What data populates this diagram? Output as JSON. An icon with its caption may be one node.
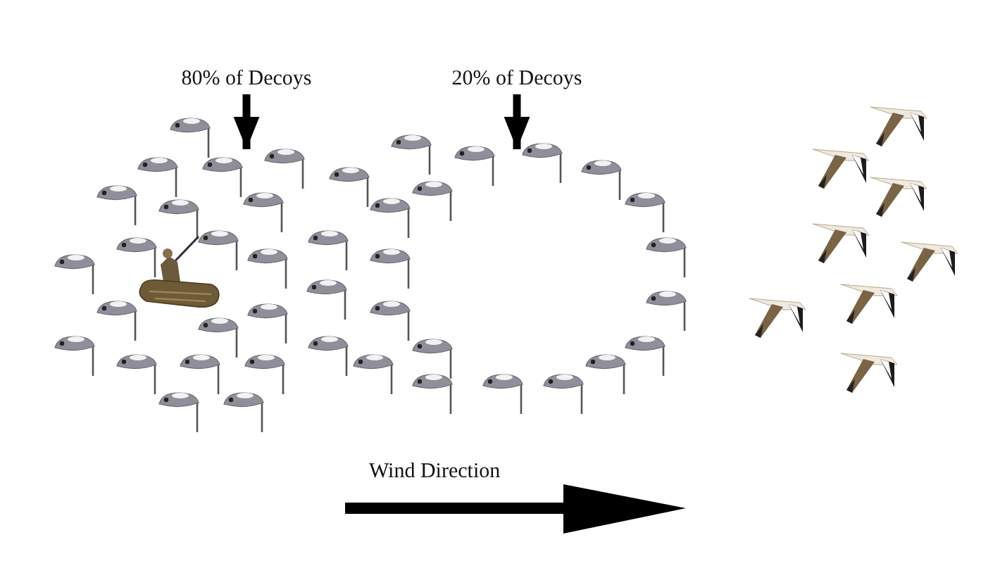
{
  "diagram": {
    "nodes": [
      {
        "text": [
          "80% of Decoys"
        ]
      },
      {
        "text": [
          "20% of Decoys"
        ]
      }
    ],
    "edges": [
      {
        "from": 0,
        "to": null,
        "arrow": "to"
      },
      {
        "from": 1,
        "to": null,
        "arrow": "to"
      }
    ],
    "labels": [
      "Wind Direction"
    ]
  }
}
